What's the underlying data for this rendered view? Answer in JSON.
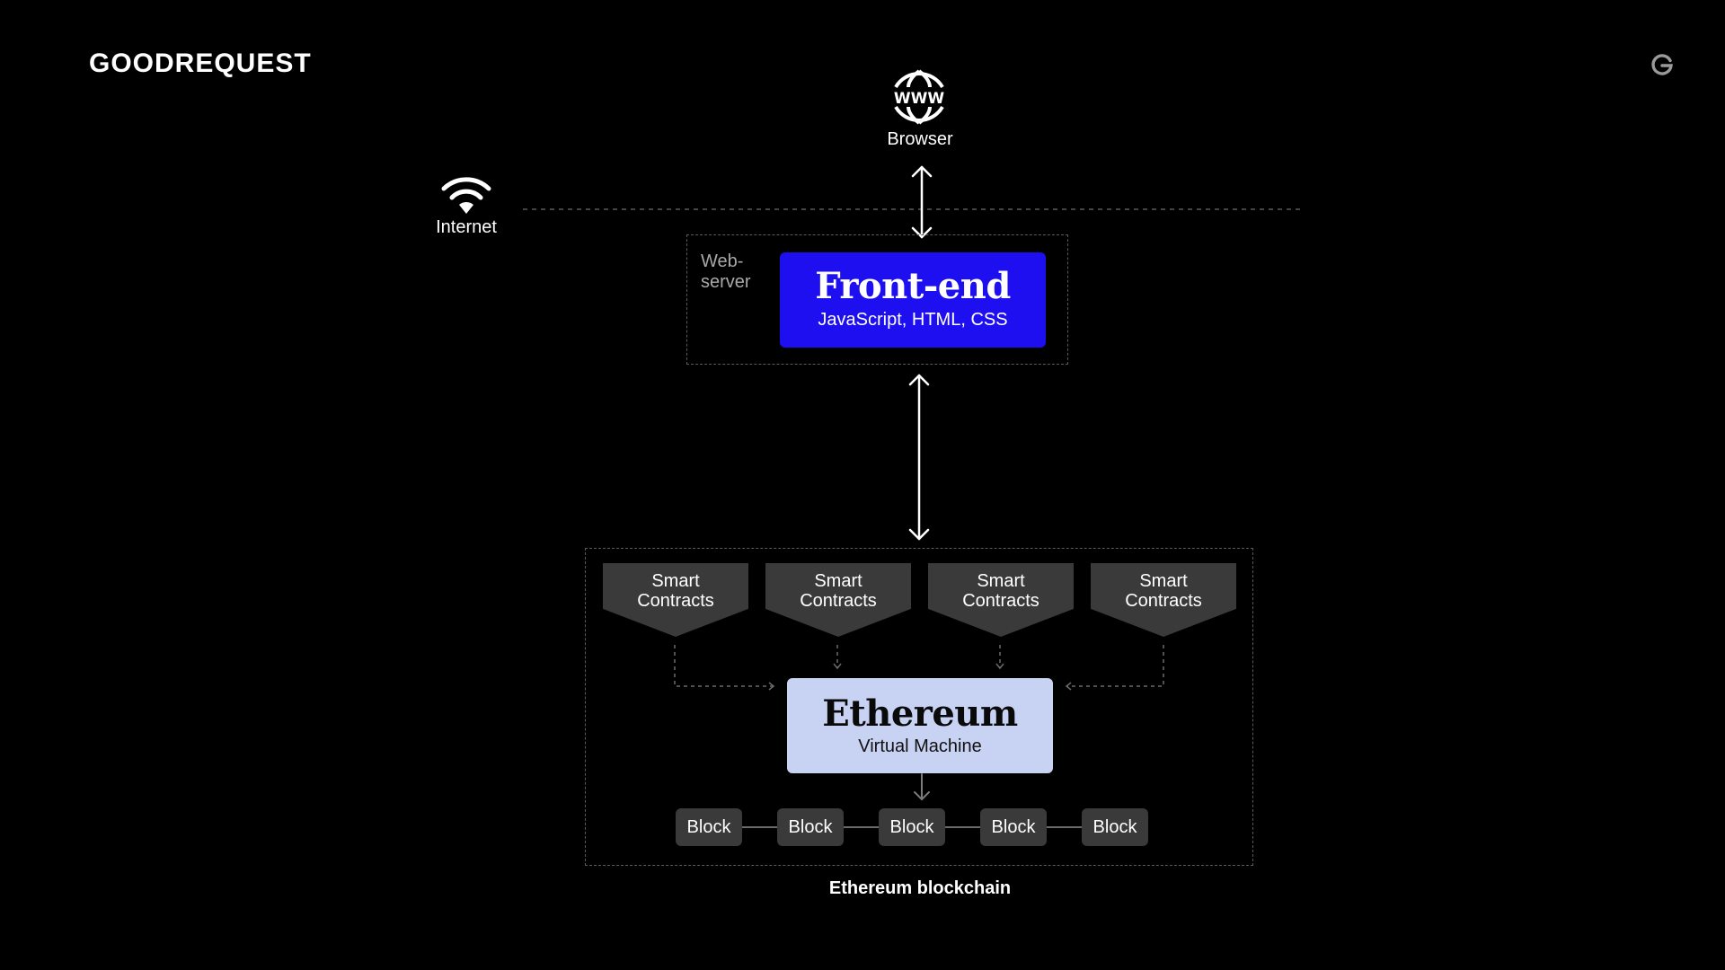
{
  "header": {
    "brand": "GOODREQUEST",
    "corner_logo_icon": "goodrequest-g-icon"
  },
  "diagram": {
    "browser": {
      "label": "Browser",
      "icon": "www-globe-icon"
    },
    "internet": {
      "label": "Internet",
      "icon": "wifi-icon"
    },
    "webserver": {
      "label": "Web-\nserver",
      "frontend": {
        "title": "Front-end",
        "subtitle": "JavaScript, HTML, CSS"
      }
    },
    "blockchain": {
      "smart_contracts": [
        {
          "line1": "Smart",
          "line2": "Contracts"
        },
        {
          "line1": "Smart",
          "line2": "Contracts"
        },
        {
          "line1": "Smart",
          "line2": "Contracts"
        },
        {
          "line1": "Smart",
          "line2": "Contracts"
        }
      ],
      "evm": {
        "title": "Ethereum",
        "subtitle": "Virtual Machine"
      },
      "blocks": [
        "Block",
        "Block",
        "Block",
        "Block",
        "Block"
      ],
      "caption": "Ethereum blockchain"
    }
  },
  "colors": {
    "background": "#000000",
    "frontend_fill": "#1d0ff0",
    "evm_fill": "#c8d2f2",
    "node_fill": "#3a3a3a",
    "dashed_stroke": "#5a5a5a"
  }
}
